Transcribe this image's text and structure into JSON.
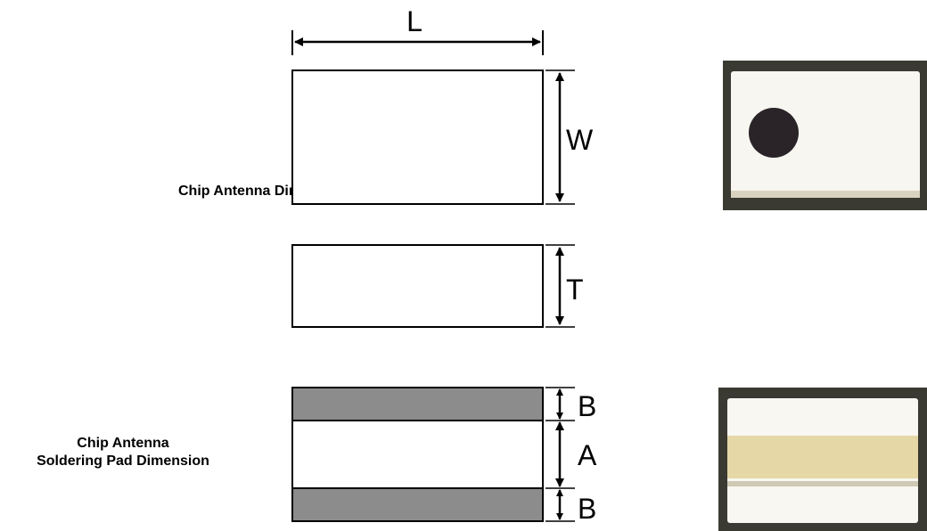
{
  "captions": {
    "chip_dimension": "Chip Antenna Dimension",
    "pad_dimension_line1": "Chip Antenna",
    "pad_dimension_line2": "Soldering Pad Dimension"
  },
  "labels": {
    "length": "L",
    "width": "W",
    "thickness": "T",
    "pad_b_top": "B",
    "pad_a": "A",
    "pad_b_bottom": "B"
  },
  "colors": {
    "outline": "#000000",
    "pad_fill": "#8c8c8c",
    "photo_frame": "#3a3a32",
    "chip_body": "#f7f6f0",
    "dot": "#2a2428",
    "pad_gold": "#e6d7a6"
  }
}
